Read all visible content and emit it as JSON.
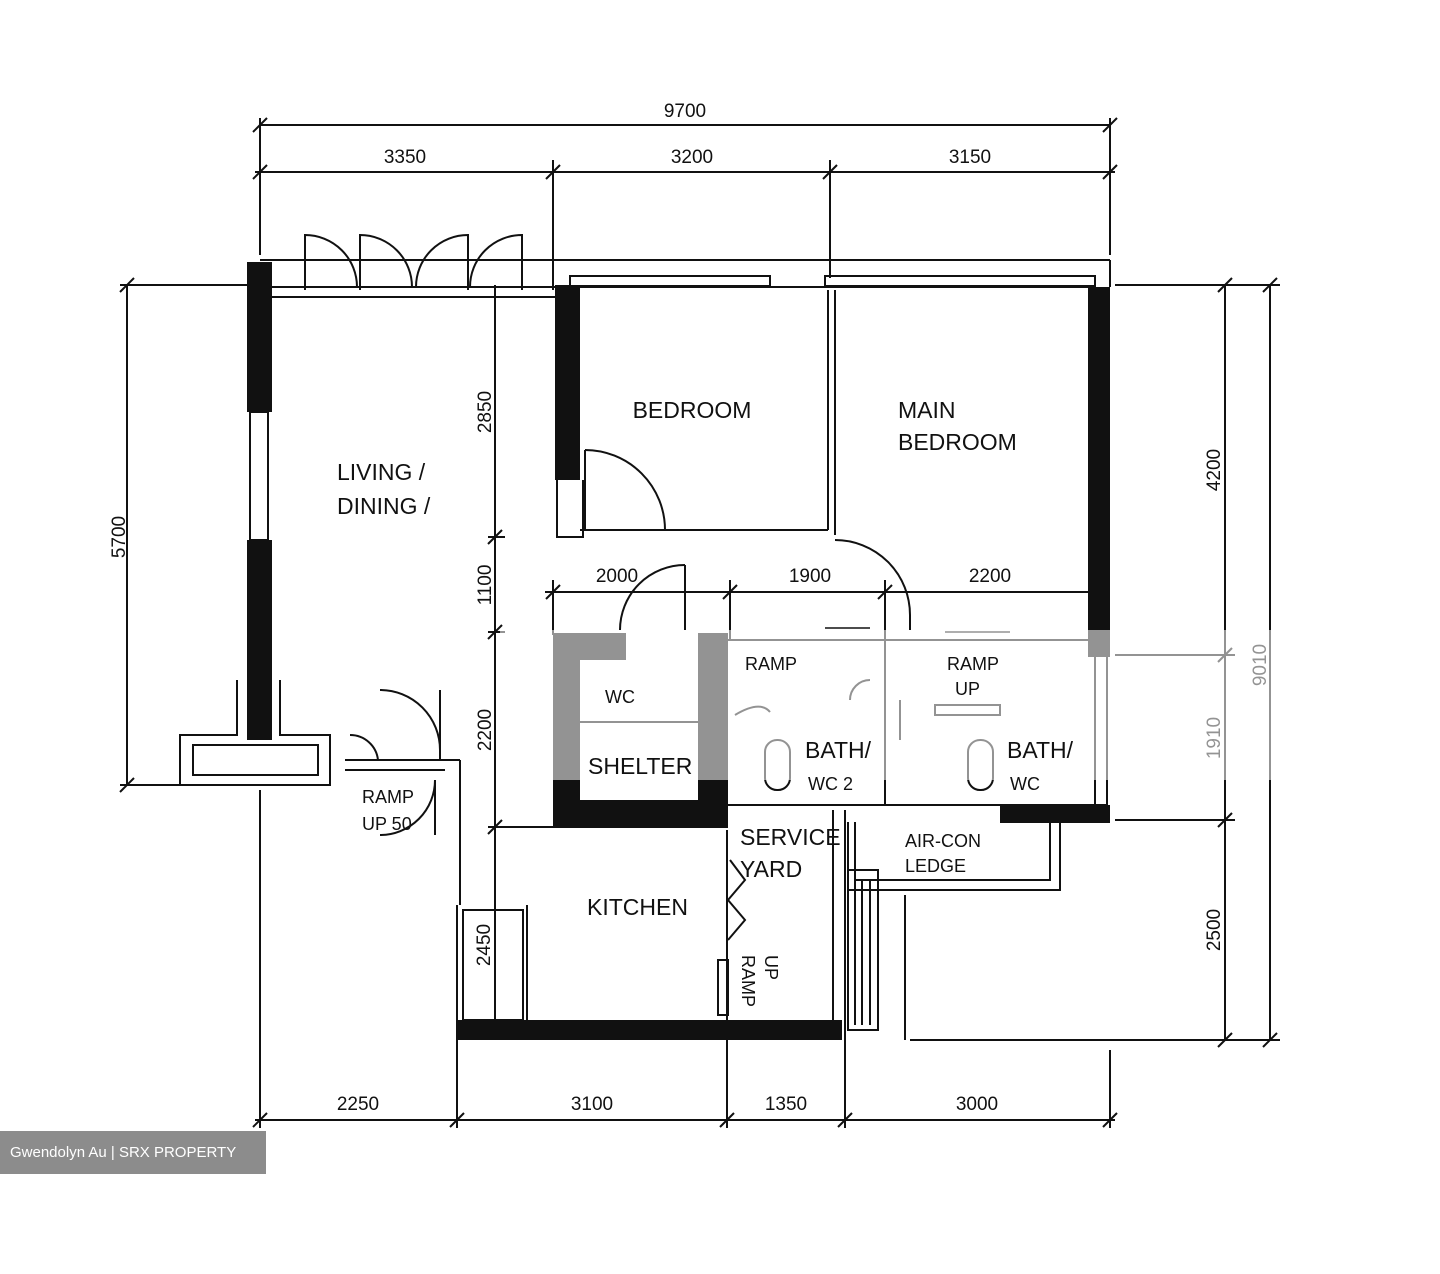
{
  "dimensions": {
    "top_total": "9700",
    "top_segments": [
      "3350",
      "3200",
      "3150"
    ],
    "bottom_segments": [
      "2250",
      "3100",
      "1350",
      "3000"
    ],
    "left_total": "5700",
    "inner_left": [
      "2850",
      "1100",
      "2200"
    ],
    "inner_middle": [
      "2000",
      "1900",
      "2200"
    ],
    "right": [
      "4200",
      "1910",
      "2500"
    ],
    "right_total": "9010",
    "kitchen_depth": "2450"
  },
  "rooms": {
    "bedroom": "BEDROOM",
    "main_bedroom": [
      "MAIN",
      "BEDROOM"
    ],
    "living_dining": [
      "LIVING  /",
      "DINING  /"
    ],
    "shelter": "SHELTER",
    "shelter_wc": "WC",
    "bath1": [
      "BATH/",
      "WC 2"
    ],
    "bath2": [
      "BATH/",
      "WC"
    ],
    "ramp1": "RAMP",
    "ramp2": [
      "RAMP",
      "UP"
    ],
    "entrance_ramp": [
      "RAMP",
      "UP  50"
    ],
    "service_yard": [
      "SERVICE",
      "YARD"
    ],
    "kitchen": "KITCHEN",
    "yard_ramp": [
      "RAMP",
      "UP"
    ],
    "aircon_ledge": [
      "AIR-CON",
      "LEDGE"
    ]
  },
  "watermark": "Gwendolyn Au | SRX PROPERTY"
}
